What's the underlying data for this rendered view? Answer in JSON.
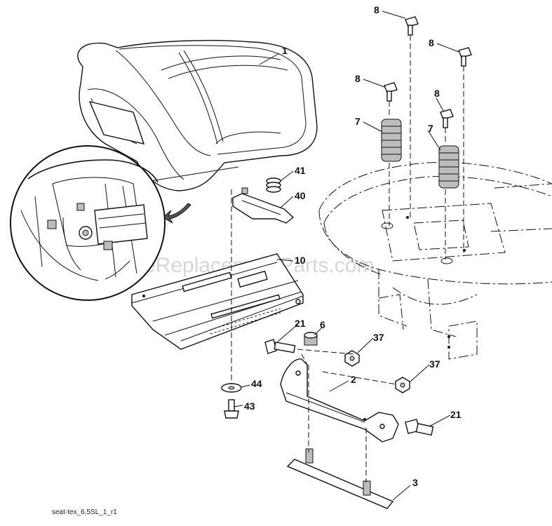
{
  "watermark": "eReplacementParts.com",
  "footnote": "seat-tex_6.5SL_1_r1",
  "callouts": [
    {
      "id": "c1",
      "label": "1"
    },
    {
      "id": "c2",
      "label": "2"
    },
    {
      "id": "c3",
      "label": "3"
    },
    {
      "id": "c6",
      "label": "6"
    },
    {
      "id": "c7a",
      "label": "7"
    },
    {
      "id": "c7b",
      "label": "7"
    },
    {
      "id": "c8a",
      "label": "8"
    },
    {
      "id": "c8b",
      "label": "8"
    },
    {
      "id": "c8c",
      "label": "8"
    },
    {
      "id": "c8d",
      "label": "8"
    },
    {
      "id": "c10",
      "label": "10"
    },
    {
      "id": "c21a",
      "label": "21"
    },
    {
      "id": "c21b",
      "label": "21"
    },
    {
      "id": "c37a",
      "label": "37"
    },
    {
      "id": "c37b",
      "label": "37"
    },
    {
      "id": "c40",
      "label": "40"
    },
    {
      "id": "c41",
      "label": "41"
    },
    {
      "id": "c43",
      "label": "43"
    },
    {
      "id": "c44",
      "label": "44"
    }
  ]
}
